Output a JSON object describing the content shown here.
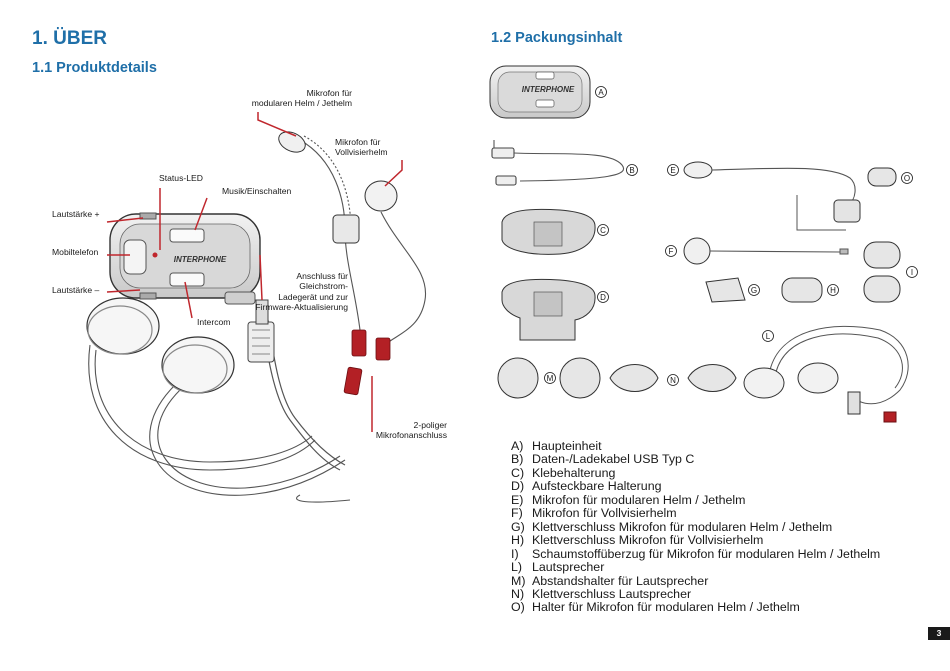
{
  "headings": {
    "section": "1. ÜBER",
    "product_details": "1.1 Produktdetails",
    "package_contents": "1.2 Packungsinhalt"
  },
  "device": {
    "brand": "INTERPHONE"
  },
  "callouts": {
    "mic_modular": "Mikrofon für\nmodularen Helm / Jethelm",
    "mic_fullface": "Mikrofon für\nVollvisierhelm",
    "status_led": "Status-LED",
    "music": "Musik/Einschalten",
    "volume_up": "Lautstärke +",
    "mobile": "Mobiltelefon",
    "volume_down": "Lautstärke –",
    "charger": "Anschluss für\nGleichstrom-\nLadegerät und zur\nFirmware-Aktualisierung",
    "intercom": "Intercom",
    "mic_connector": "2-poliger\nMikrofonanschluss"
  },
  "item_tags": {
    "A": "A",
    "B": "B",
    "C": "C",
    "D": "D",
    "E": "E",
    "F": "F",
    "G": "G",
    "H": "H",
    "I": "I",
    "L": "L",
    "M": "M",
    "N": "N",
    "O": "O"
  },
  "legend": [
    {
      "key": "A)",
      "text": "Haupteinheit"
    },
    {
      "key": "B)",
      "text": "Daten-/Ladekabel USB Typ C"
    },
    {
      "key": "C)",
      "text": "Klebehalterung"
    },
    {
      "key": "D)",
      "text": "Aufsteckbare Halterung"
    },
    {
      "key": "E)",
      "text": "Mikrofon für modularen Helm / Jethelm"
    },
    {
      "key": "F)",
      "text": "Mikrofon für Vollvisierhelm"
    },
    {
      "key": "G)",
      "text": "Klettverschluss Mikrofon für modularen Helm / Jethelm"
    },
    {
      "key": "H)",
      "text": "Klettverschluss Mikrofon für Vollvisierhelm"
    },
    {
      "key": "I)",
      "text": "Schaumstoffüberzug für Mikrofon für modularen Helm / Jethelm"
    },
    {
      "key": "L)",
      "text": "Lautsprecher"
    },
    {
      "key": "M)",
      "text": "Abstandshalter für Lautsprecher"
    },
    {
      "key": "N)",
      "text": "Klettverschluss Lautsprecher"
    },
    {
      "key": "O)",
      "text": "Halter für Mikrofon für modularen Helm / Jethelm"
    }
  ],
  "page_number": "3",
  "colors": {
    "heading": "#1f6fa8",
    "callout_line": "#c0272d",
    "connector": "#b32025"
  }
}
